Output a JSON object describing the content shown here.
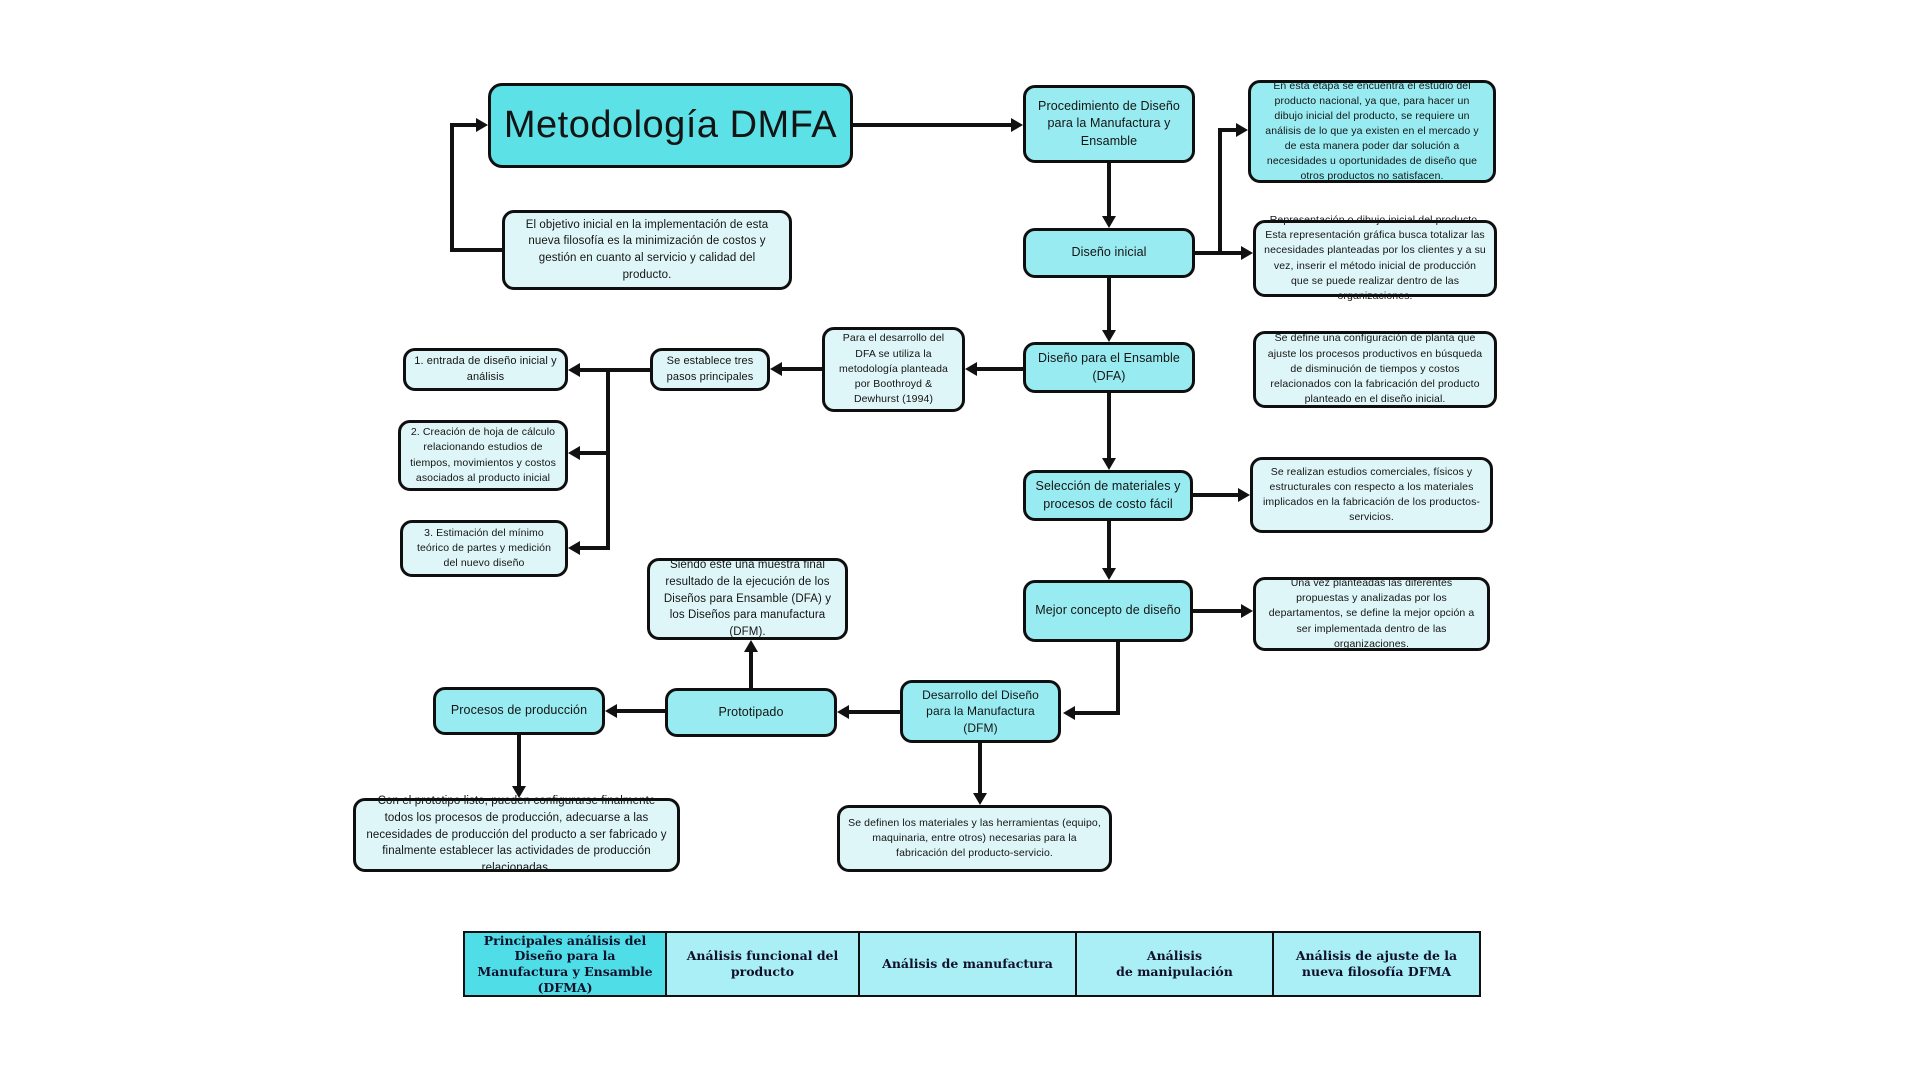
{
  "diagram": {
    "title": "Metodología DMFA",
    "nodes": {
      "objective": "El objetivo inicial en la implementación de esta nueva filosofía es la minimización de costos y gestión en cuanto al servicio y calidad del producto.",
      "procedimiento": "Procedimiento de Diseño para la Manufactura y Ensamble",
      "en_esta_etapa": "En esta etapa se encuentra el estudio del producto nacional, ya que, para hacer un dibujo inicial del producto, se requiere un análisis de lo que ya existen en el mercado y de esta manera poder dar solución a necesidades u oportunidades de diseño que otros productos no satisfacen.",
      "diseno_inicial": "Diseño inicial",
      "representacion": "Representación o dibujo inicial del producto. Esta representación gráfica busca totalizar las necesidades planteadas por los clientes y a su vez, inserir el método inicial de producción que se puede realizar dentro de las organizaciones.",
      "dfa": "Diseño para el Ensamble (DFA)",
      "se_define": "Se define una configuración de planta que ajuste los procesos productivos en búsqueda de disminución de tiempos y costos relacionados con la fabricación del producto planteado en el diseño inicial.",
      "para_desarrollo": "Para el desarrollo del DFA se utiliza la metodología planteada por Boothroyd & Dewhurst (1994)",
      "se_establece": "Se establece tres pasos principales",
      "paso1": "1. entrada de diseño inicial y análisis",
      "paso2": "2. Creación de hoja de cálculo relacionando estudios de tiempos, movimientos y costos asociados al producto inicial",
      "paso3": "3. Estimación del mínimo teórico de partes y medición del nuevo diseño",
      "seleccion": "Selección de materiales y procesos de costo fácil",
      "se_realizan": "Se realizan estudios comerciales, físicos y estructurales con respecto a los materiales implicados en la fabricación de los productos-servicios.",
      "mejor_concepto": "Mejor concepto de diseño",
      "una_vez": "Una vez planteadas las diferentes propuestas y analizadas por los departamentos, se define la mejor opción a ser implementada dentro de las organizaciones.",
      "siendo_este": "Siendo éste una muestra final resultado de la ejecución de los Diseños para Ensamble (DFA) y los Diseños para manufactura (DFM).",
      "procesos": "Procesos de producción",
      "prototipado": "Prototipado",
      "dfm": "Desarrollo del Diseño para la Manufactura (DFM)",
      "con_prototipo": "Con el prototipo listo, pueden configurarse finalmente todos los procesos de producción, adecuarse a las necesidades de producción del producto a ser fabricado y finalmente establecer las actividades de producción relacionadas.",
      "se_definen": "Se definen los materiales y las herramientas (equipo, maquinaria, entre otros) necesarias para la fabricación del producto-servicio."
    },
    "table": {
      "cells": [
        "Principales análisis del Diseño para la Manufactura y Ensamble (DFMA)",
        "Análisis funcional del producto",
        "Análisis de manufactura",
        "Análisis\nde manipulación",
        "Análisis de ajuste de la nueva filosofía DFMA"
      ]
    },
    "colors": {
      "cyan_strong": "#5ce1e6",
      "cyan_node": "#98ecf1",
      "pale": "#dff6f8",
      "table_header": "#4fdee8",
      "table_cell": "#a9eff5",
      "line": "#111111",
      "background": "#ffffff"
    }
  }
}
